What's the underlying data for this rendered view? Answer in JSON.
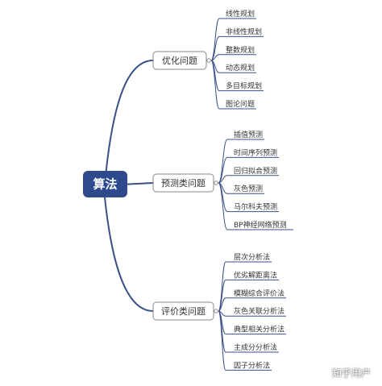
{
  "root": {
    "label": "算法"
  },
  "branches": [
    {
      "label": "优化问题",
      "leaves": [
        "线性规划",
        "非线性规划",
        "整数规划",
        "动态规划",
        "多目标规划",
        "图论问题"
      ]
    },
    {
      "label": "预测类问题",
      "leaves": [
        "插值预测",
        "时间序列预测",
        "回归拟合预测",
        "灰色预测",
        "马尔科夫预测",
        "BP神经网络预测"
      ]
    },
    {
      "label": "评价类问题",
      "leaves": [
        "层次分析法",
        "优劣解距离法",
        "模糊综合评价法",
        "灰色关联分析法",
        "典型相关分析法",
        "主成分分析法",
        "因子分析法"
      ]
    }
  ],
  "watermark": "知乎用户",
  "colors": {
    "root_fill": "#2f4a8c",
    "line": "#3b4f86",
    "branch_border": "#8a8a8a",
    "leaf_line": "#3b4f86"
  }
}
